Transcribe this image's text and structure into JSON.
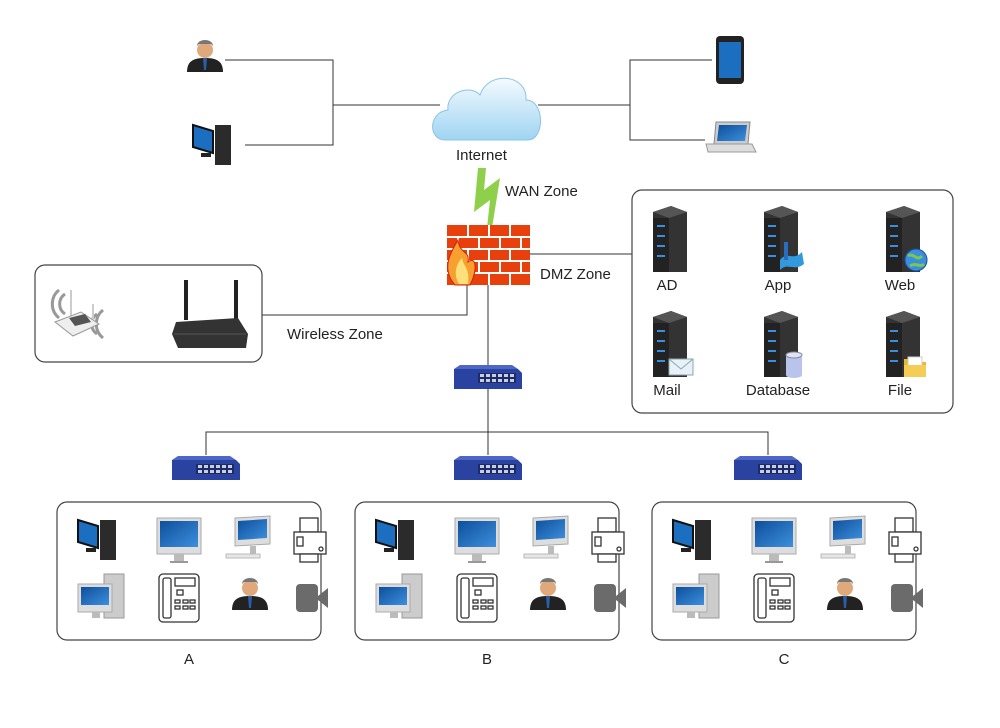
{
  "labels": {
    "internet": "Internet",
    "wan": "WAN Zone",
    "dmz": "DMZ Zone",
    "wireless": "Wireless Zone"
  },
  "dmz_servers": [
    {
      "label": "AD",
      "badge": "none"
    },
    {
      "label": "App",
      "badge": "app-icon"
    },
    {
      "label": "Web",
      "badge": "globe-icon"
    },
    {
      "label": "Mail",
      "badge": "envelope-icon"
    },
    {
      "label": "Database",
      "badge": "database-icon"
    },
    {
      "label": "File",
      "badge": "folder-icon"
    }
  ],
  "remote_devices": [
    "user-icon",
    "desktop-computer-icon",
    "tablet-icon",
    "laptop-icon"
  ],
  "wireless_devices": [
    "wifi-access-point-icon",
    "wireless-router-icon"
  ],
  "groups": [
    {
      "label": "A"
    },
    {
      "label": "B"
    },
    {
      "label": "C"
    }
  ],
  "group_devices": [
    "desktop-computer-icon",
    "imac-icon",
    "imac-keyboard-icon",
    "printer-icon",
    "mac-pro-icon",
    "ip-phone-icon",
    "user-icon",
    "video-camera-icon"
  ],
  "colors": {
    "line": "#333333",
    "lightning": "#8ed04a",
    "firewall": "#e8400c",
    "switch": "#2a43a0",
    "server": "#2b2b2b",
    "screen": "#1c6fc0"
  }
}
